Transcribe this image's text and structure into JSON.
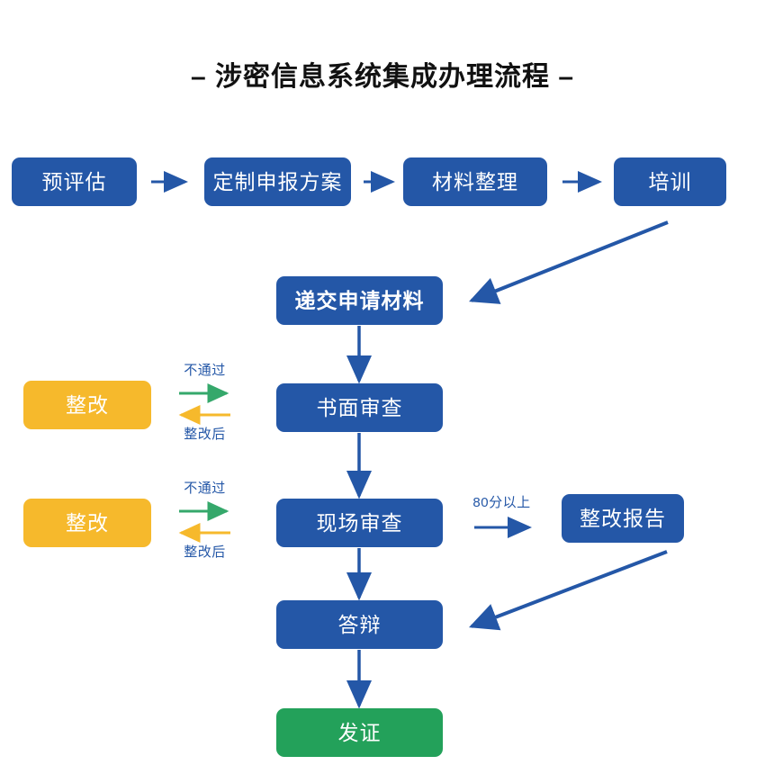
{
  "page": {
    "title": "– 涉密信息系统集成办理流程 –",
    "background": "#ffffff"
  },
  "colors": {
    "blue": "#2457a7",
    "orange": "#f6b92c",
    "green_node": "#23a15a",
    "green_arrow": "#35a86b",
    "orange_arrow": "#f6b92c",
    "title_text": "#111111",
    "node_text": "#ffffff",
    "label_text": "#2457a7"
  },
  "flow": {
    "top_row": [
      {
        "id": "pre-assessment",
        "label": "预评估",
        "color": "blue"
      },
      {
        "id": "custom-plan",
        "label": "定制申报方案",
        "color": "blue"
      },
      {
        "id": "material-prep",
        "label": "材料整理",
        "color": "blue"
      },
      {
        "id": "training",
        "label": "培训",
        "color": "blue"
      }
    ],
    "main_column": [
      {
        "id": "submit-application",
        "label": "递交申请材料",
        "color": "blue",
        "bold": true
      },
      {
        "id": "document-review",
        "label": "书面审查",
        "color": "blue",
        "bold": false
      },
      {
        "id": "onsite-review",
        "label": "现场审查",
        "color": "blue",
        "bold": false
      },
      {
        "id": "defense",
        "label": "答辩",
        "color": "blue",
        "bold": false
      },
      {
        "id": "certificate",
        "label": "发证",
        "color": "green",
        "bold": false
      }
    ],
    "rectification_nodes": [
      {
        "id": "rectification-1",
        "label": "整改",
        "color": "orange"
      },
      {
        "id": "rectification-2",
        "label": "整改",
        "color": "orange"
      }
    ],
    "side_nodes": [
      {
        "id": "rectification-report",
        "label": "整改报告",
        "color": "blue"
      }
    ],
    "edge_labels": {
      "fail_1": "不通过",
      "after_fix_1": "整改后",
      "fail_2": "不通过",
      "after_fix_2": "整改后",
      "score_threshold": "80分以上"
    }
  }
}
